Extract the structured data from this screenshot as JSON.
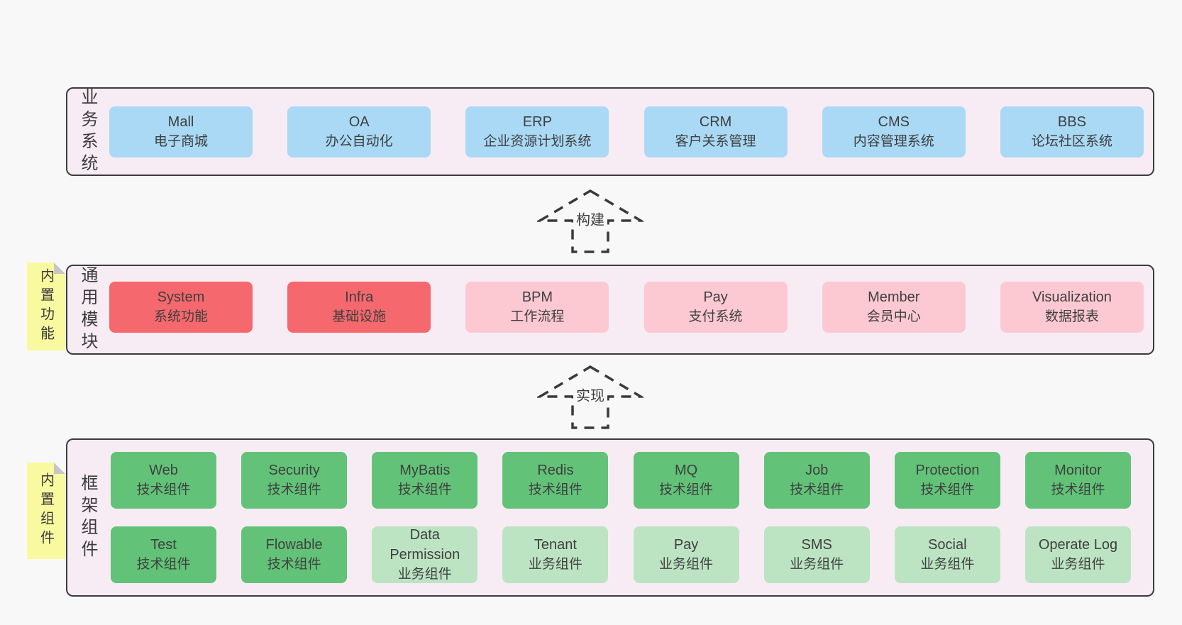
{
  "colors": {
    "page_bg": "#f8f8f8",
    "panel_bg": "#f8ecf4",
    "panel_border": "#3c3c3c",
    "box_blue": "#a9d9f4",
    "box_red": "#f5686d",
    "box_pink": "#fcc9d2",
    "box_green": "#62c378",
    "box_green_light": "#bce4c3",
    "sticky_yellow": "#f9f9a0",
    "sticky_fold_gray": "#c5c5c5",
    "text": "#3c3c3c"
  },
  "arrows": [
    {
      "label": "构建"
    },
    {
      "label": "实现"
    }
  ],
  "sections": {
    "business": {
      "side_label": "业务系统",
      "rows": [
        [
          {
            "name": "Mall",
            "desc": "电子商城",
            "variant": "blue"
          },
          {
            "name": "OA",
            "desc": "办公自动化",
            "variant": "blue"
          },
          {
            "name": "ERP",
            "desc": "企业资源计划系统",
            "variant": "blue"
          },
          {
            "name": "CRM",
            "desc": "客户关系管理",
            "variant": "blue"
          },
          {
            "name": "CMS",
            "desc": "内容管理系统",
            "variant": "blue"
          },
          {
            "name": "BBS",
            "desc": "论坛社区系统",
            "variant": "blue"
          }
        ]
      ]
    },
    "modules": {
      "side_label": "通用模块",
      "sticky_label": "内置功能",
      "rows": [
        [
          {
            "name": "System",
            "desc": "系统功能",
            "variant": "red"
          },
          {
            "name": "Infra",
            "desc": "基础设施",
            "variant": "red"
          },
          {
            "name": "BPM",
            "desc": "工作流程",
            "variant": "pink"
          },
          {
            "name": "Pay",
            "desc": "支付系统",
            "variant": "pink"
          },
          {
            "name": "Member",
            "desc": "会员中心",
            "variant": "pink"
          },
          {
            "name": "Visualization",
            "desc": "数据报表",
            "variant": "pink"
          }
        ]
      ]
    },
    "components": {
      "side_label": "框架组件",
      "sticky_label": "内置组件",
      "rows": [
        [
          {
            "name": "Web",
            "desc": "技术组件",
            "variant": "green"
          },
          {
            "name": "Security",
            "desc": "技术组件",
            "variant": "green"
          },
          {
            "name": "MyBatis",
            "desc": "技术组件",
            "variant": "green"
          },
          {
            "name": "Redis",
            "desc": "技术组件",
            "variant": "green"
          },
          {
            "name": "MQ",
            "desc": "技术组件",
            "variant": "green"
          },
          {
            "name": "Job",
            "desc": "技术组件",
            "variant": "green"
          },
          {
            "name": "Protection",
            "desc": "技术组件",
            "variant": "green"
          },
          {
            "name": "Monitor",
            "desc": "技术组件",
            "variant": "green"
          }
        ],
        [
          {
            "name": "Test",
            "desc": "技术组件",
            "variant": "green"
          },
          {
            "name": "Flowable",
            "desc": "技术组件",
            "variant": "green"
          },
          {
            "name": "Data Permission",
            "desc": "业务组件",
            "variant": "green-light"
          },
          {
            "name": "Tenant",
            "desc": "业务组件",
            "variant": "green-light"
          },
          {
            "name": "Pay",
            "desc": "业务组件",
            "variant": "green-light"
          },
          {
            "name": "SMS",
            "desc": "业务组件",
            "variant": "green-light"
          },
          {
            "name": "Social",
            "desc": "业务组件",
            "variant": "green-light"
          },
          {
            "name": "Operate Log",
            "desc": "业务组件",
            "variant": "green-light"
          }
        ]
      ]
    }
  }
}
